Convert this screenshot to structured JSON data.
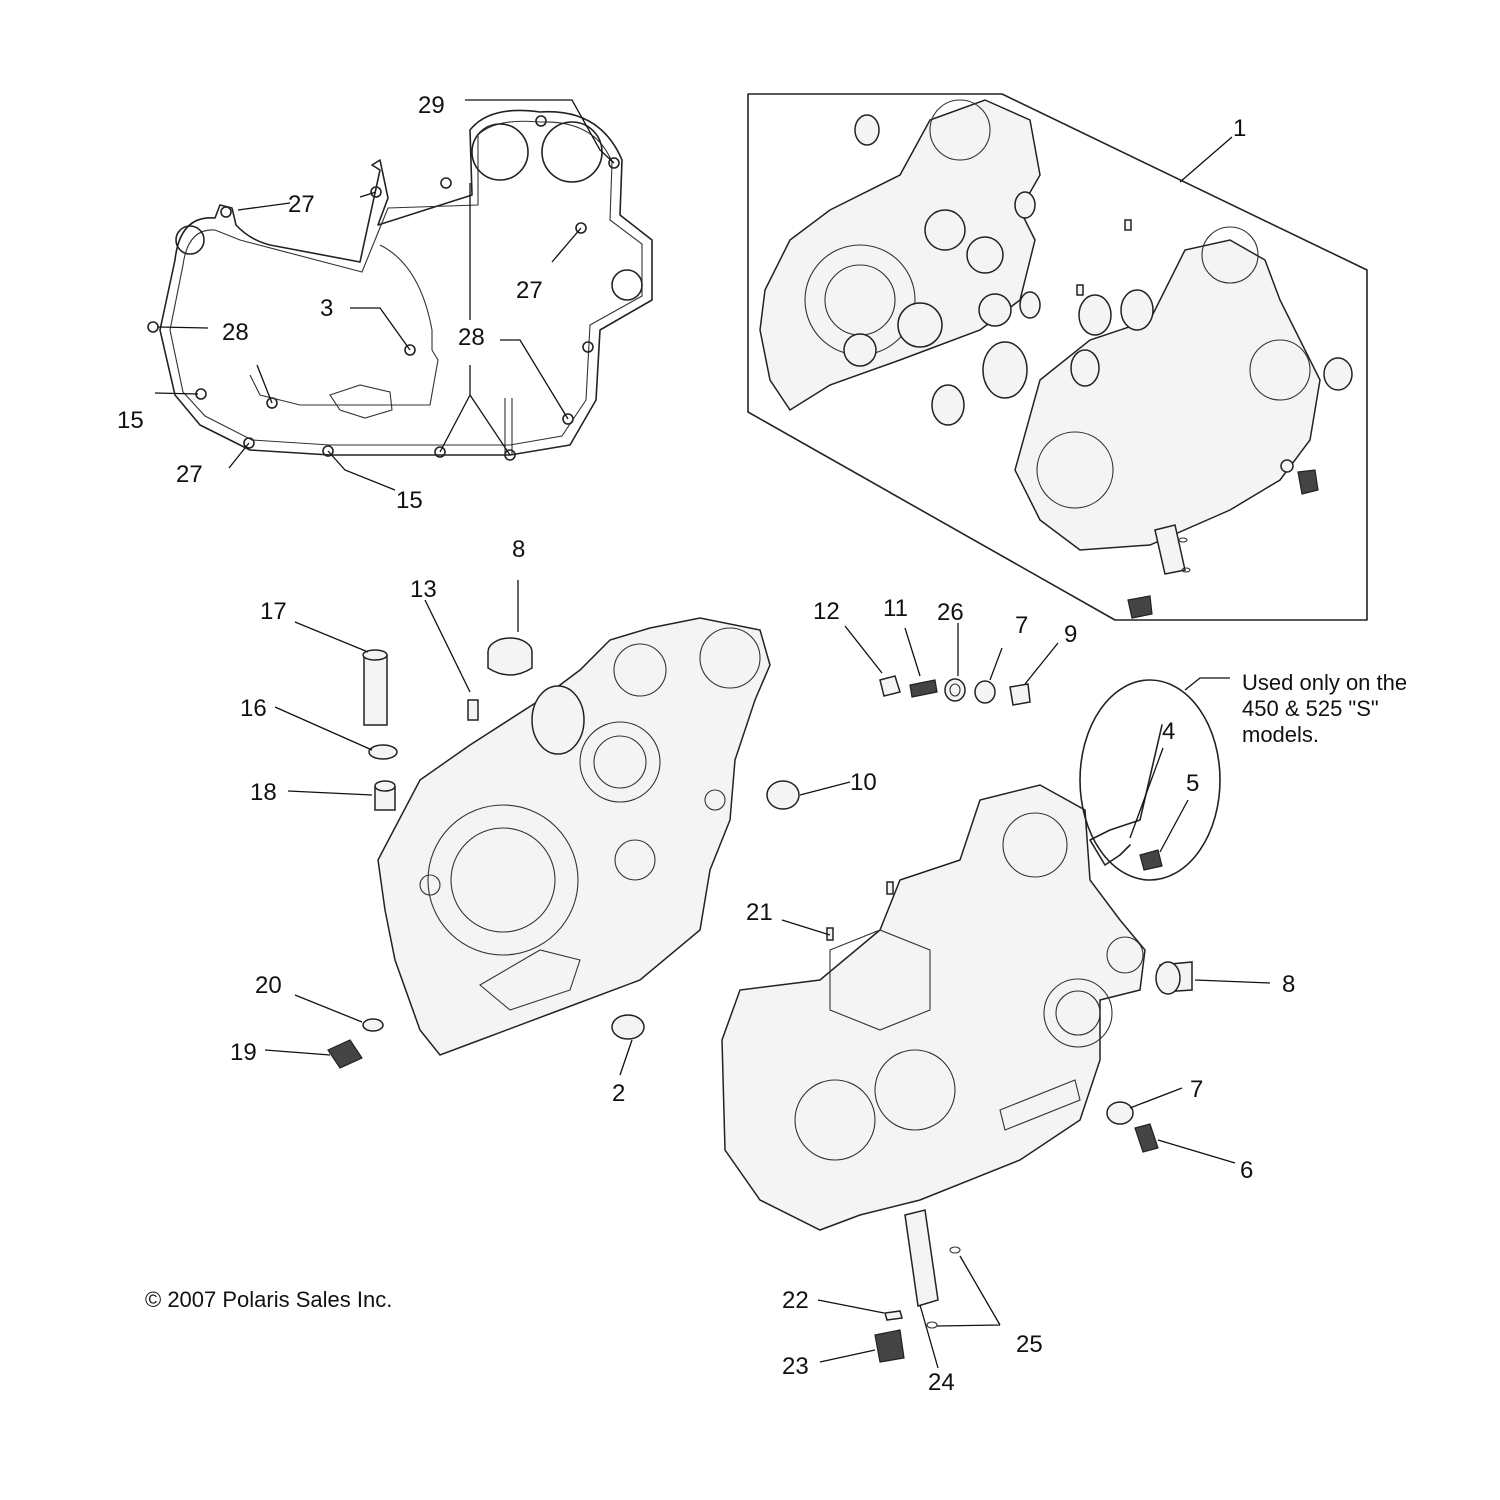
{
  "callouts": [
    {
      "id": "c29",
      "text": "29"
    },
    {
      "id": "c27a",
      "text": "27"
    },
    {
      "id": "c27b",
      "text": "27"
    },
    {
      "id": "c27c",
      "text": "27"
    },
    {
      "id": "c3",
      "text": "3"
    },
    {
      "id": "c28a",
      "text": "28"
    },
    {
      "id": "c28b",
      "text": "28"
    },
    {
      "id": "c15a",
      "text": "15"
    },
    {
      "id": "c15b",
      "text": "15"
    },
    {
      "id": "c1",
      "text": "1"
    },
    {
      "id": "c8a",
      "text": "8"
    },
    {
      "id": "c17",
      "text": "17"
    },
    {
      "id": "c13",
      "text": "13"
    },
    {
      "id": "c16",
      "text": "16"
    },
    {
      "id": "c18",
      "text": "18"
    },
    {
      "id": "c12",
      "text": "12"
    },
    {
      "id": "c11",
      "text": "11"
    },
    {
      "id": "c26",
      "text": "26"
    },
    {
      "id": "c7a",
      "text": "7"
    },
    {
      "id": "c9",
      "text": "9"
    },
    {
      "id": "c10",
      "text": "10"
    },
    {
      "id": "c4",
      "text": "4"
    },
    {
      "id": "c5",
      "text": "5"
    },
    {
      "id": "c21",
      "text": "21"
    },
    {
      "id": "c8b",
      "text": "8"
    },
    {
      "id": "c20",
      "text": "20"
    },
    {
      "id": "c19",
      "text": "19"
    },
    {
      "id": "c2",
      "text": "2"
    },
    {
      "id": "c7b",
      "text": "7"
    },
    {
      "id": "c6",
      "text": "6"
    },
    {
      "id": "c22",
      "text": "22"
    },
    {
      "id": "c25",
      "text": "25"
    },
    {
      "id": "c23",
      "text": "23"
    },
    {
      "id": "c24",
      "text": "24"
    }
  ],
  "note": {
    "lines": [
      "Used only on the",
      "450 & 525 \"S\"",
      "models."
    ]
  },
  "copyright": "© 2007 Polaris Sales Inc."
}
